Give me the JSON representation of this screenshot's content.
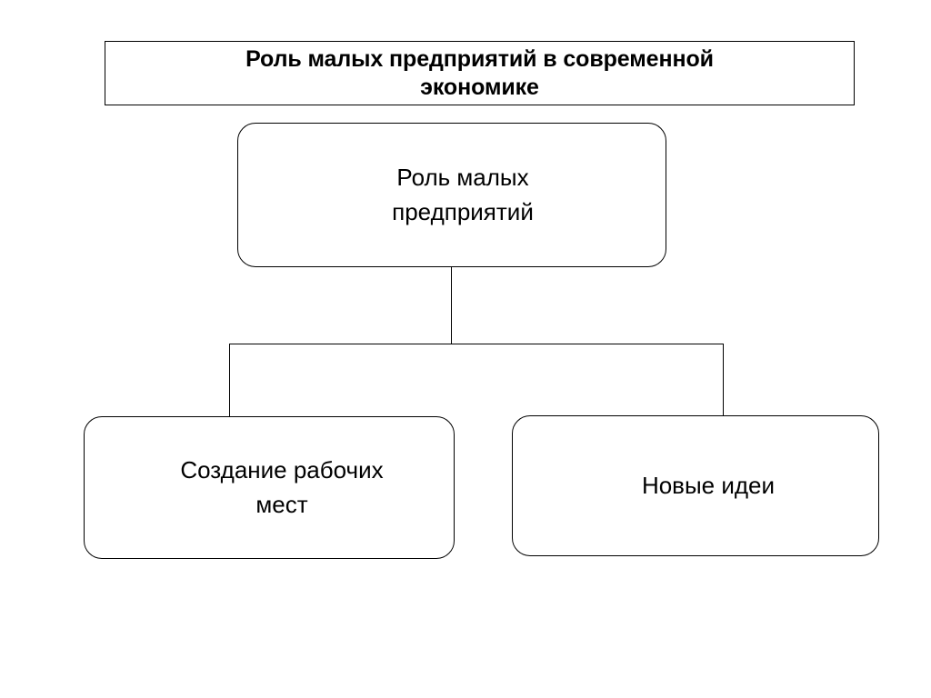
{
  "slide": {
    "background_color": "#ffffff",
    "line_color": "#000000",
    "text_color": "#000000"
  },
  "title": {
    "text": "Роль малых предприятий в современной\nэкономике"
  },
  "diagram": {
    "type": "hierarchy",
    "root": {
      "id": "node-root",
      "label": "Роль малых\nпредприятий"
    },
    "children": [
      {
        "id": "node-jobs",
        "label": "Создание рабочих\nмест"
      },
      {
        "id": "node-ideas",
        "label": "Новые идеи"
      }
    ]
  }
}
